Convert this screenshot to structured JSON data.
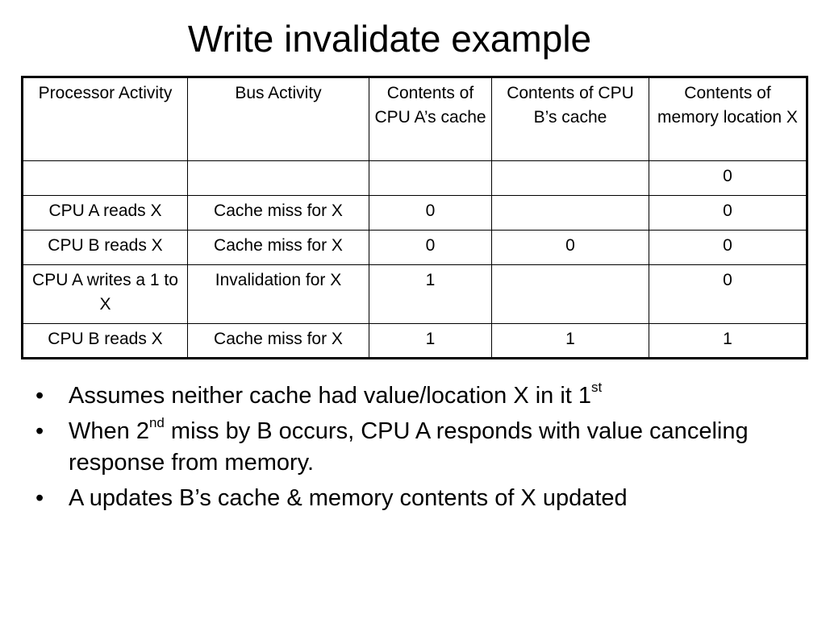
{
  "title": "Write invalidate example",
  "table": {
    "headers": [
      "Processor Activity",
      "Bus Activity",
      "Contents of CPU A’s cache",
      "Contents of CPU B’s cache",
      "Contents of memory location X"
    ],
    "rows": [
      [
        "",
        "",
        "",
        "",
        "0"
      ],
      [
        "CPU A reads X",
        "Cache miss for X",
        "0",
        "",
        "0"
      ],
      [
        "CPU B reads X",
        "Cache miss for X",
        "0",
        "0",
        "0"
      ],
      [
        "CPU A writes a 1 to X",
        "Invalidation for X",
        "1",
        "",
        "0"
      ],
      [
        "CPU B reads X",
        "Cache miss for X",
        "1",
        "1",
        "1"
      ]
    ]
  },
  "bullets": [
    {
      "marker": "•",
      "before": "Assumes neither cache had value/location X in it 1",
      "sup": "st",
      "after": ""
    },
    {
      "marker": "•",
      "before": "When 2",
      "sup": "nd",
      "after": " miss by B occurs, CPU A responds with value canceling response from memory."
    },
    {
      "marker": "•",
      "before": "A updates B’s cache & memory contents of X updated",
      "sup": "",
      "after": ""
    }
  ]
}
